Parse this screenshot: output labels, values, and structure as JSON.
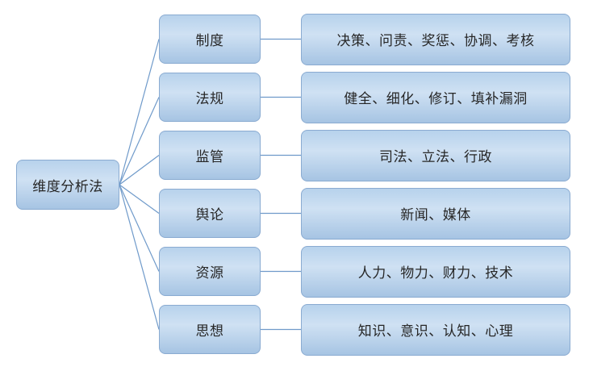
{
  "diagram": {
    "root_label": "维度分析法",
    "rows": [
      {
        "category": "制度",
        "detail": "决策、问责、奖惩、协调、考核"
      },
      {
        "category": "法规",
        "detail": "健全、细化、修订、填补漏洞"
      },
      {
        "category": "监管",
        "detail": "司法、立法、行政"
      },
      {
        "category": "舆论",
        "detail": "新闻、媒体"
      },
      {
        "category": "资源",
        "detail": "人力、物力、财力、技术"
      },
      {
        "category": "思想",
        "detail": "知识、意识、认知、心理"
      }
    ]
  },
  "colors": {
    "background": "#ffffff",
    "box_border": "#8aabd1",
    "box_fill_top": "#b7d2ec",
    "box_fill_light": "#cfe1f3",
    "box_fill_bottom": "#a6c4e3",
    "connector": "#6f9aca",
    "text": "#262626"
  }
}
